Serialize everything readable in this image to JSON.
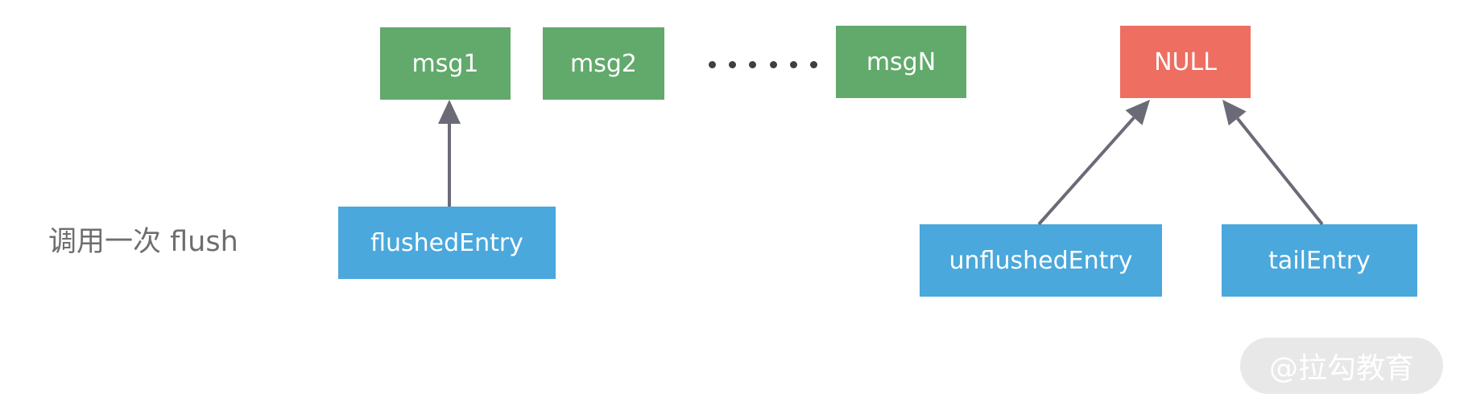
{
  "caption": "调用一次 flush",
  "nodes": {
    "msg1": "msg1",
    "msg2": "msg2",
    "msgN": "msgN",
    "null": "NULL",
    "flushedEntry": "flushedEntry",
    "unflushedEntry": "unflushedEntry",
    "tailEntry": "tailEntry"
  },
  "ellipsis": "......",
  "watermark": "@拉勾教育",
  "colors": {
    "message": "#62a96c",
    "pointer": "#4aa8dc",
    "null": "#ee6e62",
    "arrow": "#6b6b78"
  },
  "arrows": [
    {
      "from": "flushedEntry",
      "to": "msg1"
    },
    {
      "from": "unflushedEntry",
      "to": "NULL"
    },
    {
      "from": "tailEntry",
      "to": "NULL"
    }
  ]
}
